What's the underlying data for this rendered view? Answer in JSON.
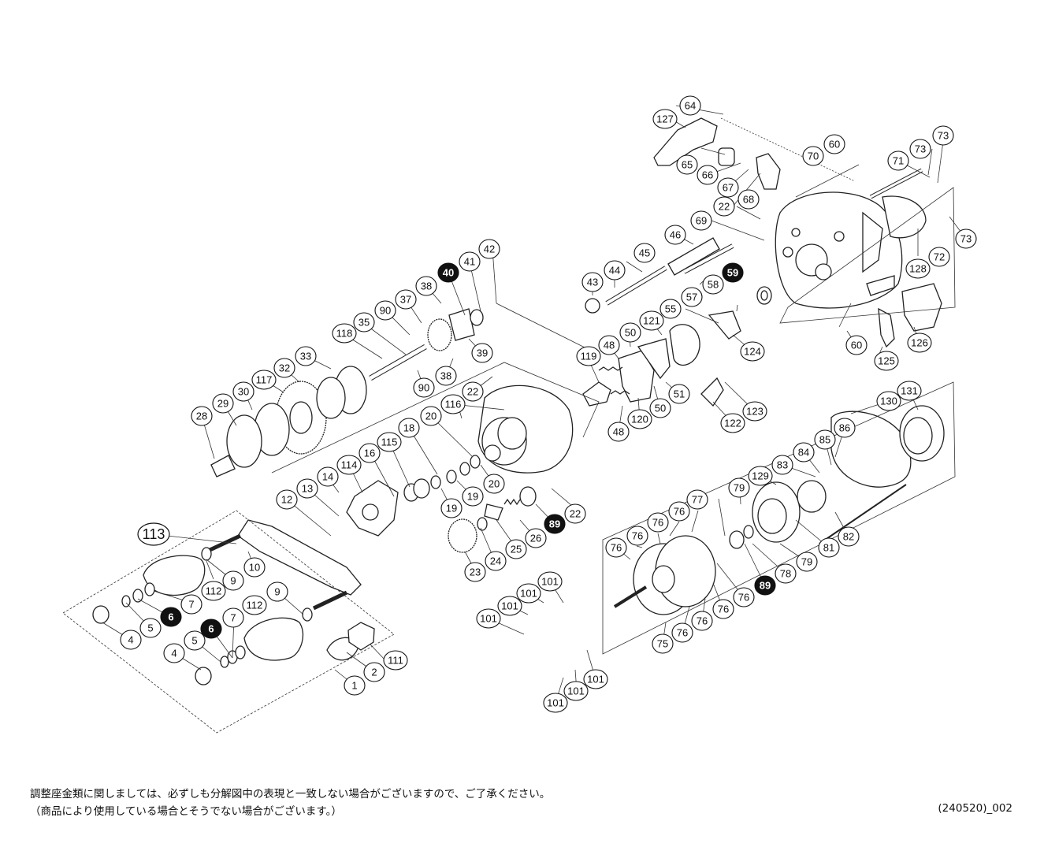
{
  "notes": {
    "line1": "調整座金類に関しましては、必ずしも分解図中の表現と一致しない場合がございますので、ご了承ください。",
    "line2": "（商品により使用している場合とそうでない場合がございます。）",
    "doc_id": "(240520)_002"
  },
  "group_label": "113",
  "callouts": [
    {
      "t": "64"
    },
    {
      "t": "127"
    },
    {
      "t": "73"
    },
    {
      "t": "60"
    },
    {
      "t": "70"
    },
    {
      "t": "73"
    },
    {
      "t": "71"
    },
    {
      "t": "65"
    },
    {
      "t": "66"
    },
    {
      "t": "67"
    },
    {
      "t": "68"
    },
    {
      "t": "22"
    },
    {
      "t": "69"
    },
    {
      "t": "73"
    },
    {
      "t": "72"
    },
    {
      "t": "46"
    },
    {
      "t": "128"
    },
    {
      "t": "45"
    },
    {
      "t": "44"
    },
    {
      "t": "43"
    },
    {
      "t": "59",
      "filled": true
    },
    {
      "t": "58"
    },
    {
      "t": "57"
    },
    {
      "t": "55"
    },
    {
      "t": "121"
    },
    {
      "t": "50"
    },
    {
      "t": "48"
    },
    {
      "t": "124"
    },
    {
      "t": "60"
    },
    {
      "t": "126"
    },
    {
      "t": "125"
    },
    {
      "t": "119"
    },
    {
      "t": "51"
    },
    {
      "t": "50"
    },
    {
      "t": "120"
    },
    {
      "t": "48"
    },
    {
      "t": "123"
    },
    {
      "t": "122"
    },
    {
      "t": "42"
    },
    {
      "t": "41"
    },
    {
      "t": "40",
      "filled": true
    },
    {
      "t": "38"
    },
    {
      "t": "37"
    },
    {
      "t": "90"
    },
    {
      "t": "35"
    },
    {
      "t": "118"
    },
    {
      "t": "39"
    },
    {
      "t": "38"
    },
    {
      "t": "90"
    },
    {
      "t": "33"
    },
    {
      "t": "32"
    },
    {
      "t": "117"
    },
    {
      "t": "30"
    },
    {
      "t": "29"
    },
    {
      "t": "28"
    },
    {
      "t": "22"
    },
    {
      "t": "116"
    },
    {
      "t": "20"
    },
    {
      "t": "18"
    },
    {
      "t": "115"
    },
    {
      "t": "16"
    },
    {
      "t": "114"
    },
    {
      "t": "14"
    },
    {
      "t": "13"
    },
    {
      "t": "12"
    },
    {
      "t": "19"
    },
    {
      "t": "19"
    },
    {
      "t": "20"
    },
    {
      "t": "22"
    },
    {
      "t": "89",
      "filled": true
    },
    {
      "t": "26"
    },
    {
      "t": "25"
    },
    {
      "t": "24"
    },
    {
      "t": "23"
    },
    {
      "t": "131"
    },
    {
      "t": "130"
    },
    {
      "t": "86"
    },
    {
      "t": "85"
    },
    {
      "t": "84"
    },
    {
      "t": "83"
    },
    {
      "t": "129"
    },
    {
      "t": "79"
    },
    {
      "t": "77"
    },
    {
      "t": "76"
    },
    {
      "t": "76"
    },
    {
      "t": "76"
    },
    {
      "t": "76"
    },
    {
      "t": "81"
    },
    {
      "t": "82"
    },
    {
      "t": "79"
    },
    {
      "t": "78"
    },
    {
      "t": "89",
      "filled": true
    },
    {
      "t": "76"
    },
    {
      "t": "76"
    },
    {
      "t": "76"
    },
    {
      "t": "76"
    },
    {
      "t": "75"
    },
    {
      "t": "113"
    },
    {
      "t": "10"
    },
    {
      "t": "9"
    },
    {
      "t": "112"
    },
    {
      "t": "7"
    },
    {
      "t": "6",
      "filled": true
    },
    {
      "t": "5"
    },
    {
      "t": "4"
    },
    {
      "t": "9"
    },
    {
      "t": "112"
    },
    {
      "t": "7"
    },
    {
      "t": "6",
      "filled": true
    },
    {
      "t": "5"
    },
    {
      "t": "4"
    },
    {
      "t": "111"
    },
    {
      "t": "2"
    },
    {
      "t": "1"
    },
    {
      "t": "101"
    },
    {
      "t": "101"
    },
    {
      "t": "101"
    },
    {
      "t": "101"
    },
    {
      "t": "101"
    },
    {
      "t": "101"
    },
    {
      "t": "101"
    }
  ]
}
